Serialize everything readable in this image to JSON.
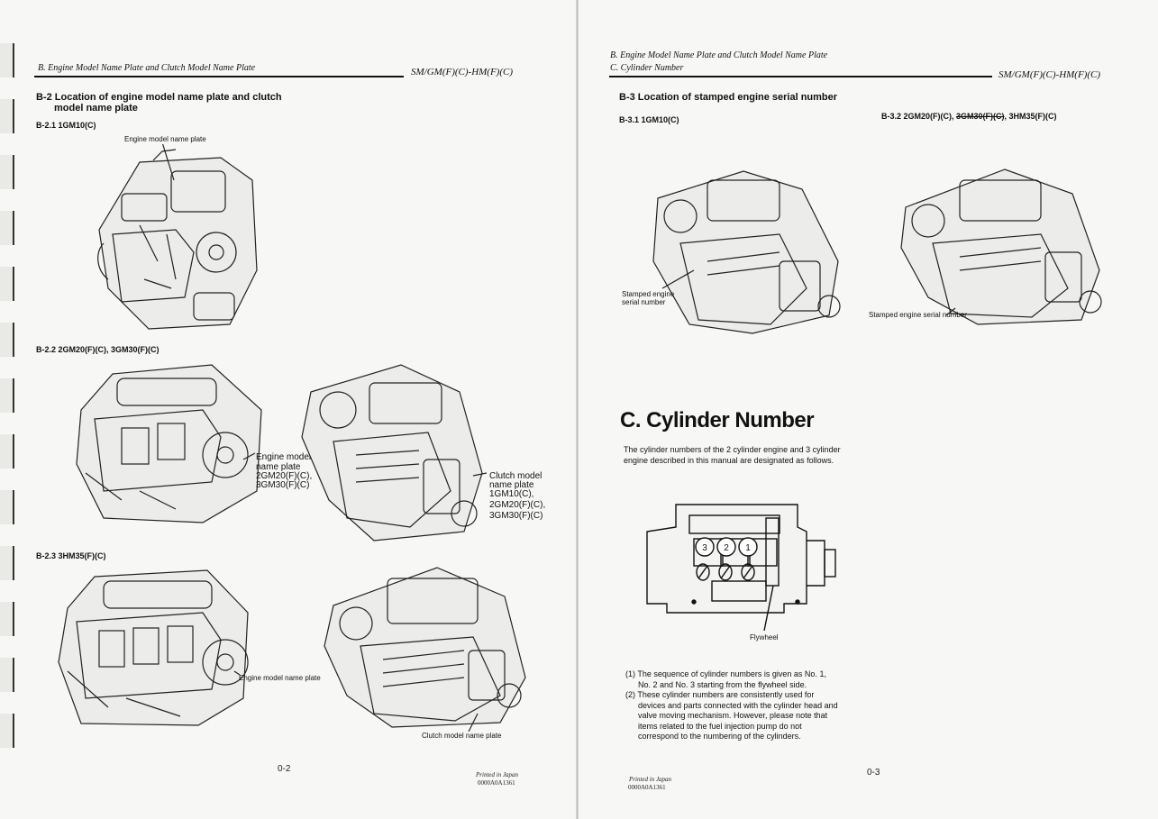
{
  "left": {
    "header": {
      "title": "B. Engine Model Name Plate and Clutch Model Name Plate",
      "code": "SM/GM(F)(C)-HM(F)(C)"
    },
    "section": {
      "line1": "B-2 Location of engine model name plate and clutch",
      "line2": "model name plate"
    },
    "b21": {
      "title": "B-2.1 1GM10(C)",
      "label": "Engine model name plate"
    },
    "b22": {
      "title": "B-2.2 2GM20(F)(C), 3GM30(F)(C)",
      "engine_label_1": "Engine model",
      "engine_label_2": "name plate",
      "engine_label_3": "2GM20(F)(C),",
      "engine_label_4": "3GM30(F)(C)",
      "clutch_label_1": "Clutch model",
      "clutch_label_2": "name plate",
      "clutch_label_3": "1GM10(C),",
      "clutch_label_4": "2GM20(F)(C),",
      "clutch_label_5": "3GM30(F)(C)"
    },
    "b23": {
      "title": "B-2.3 3HM35(F)(C)",
      "engine_label": "Engine model name plate",
      "clutch_label": "Clutch model name plate"
    },
    "page_number": "0-2",
    "printed_1": "Printed in Japan",
    "printed_2": "0000A0A1361"
  },
  "right": {
    "header": {
      "title_1": "B. Engine Model Name Plate and Clutch Model Name Plate",
      "title_2": "C. Cylinder Number",
      "code": "SM/GM(F)(C)-HM(F)(C)"
    },
    "section": "B-3 Location of stamped engine serial number",
    "b31": {
      "title": "B-3.1 1GM10(C)",
      "label_1": "Stamped engine",
      "label_2": "serial number"
    },
    "b32": {
      "title_a": "B-3.2 2GM20(F)(C), ",
      "title_struck": "3GM30(F)(C)",
      "title_b": ", 3HM35(F)(C)",
      "label": "Stamped engine serial number"
    },
    "c": {
      "title": "C. Cylinder Number",
      "intro_1": "The cylinder numbers of the 2 cylinder engine and 3 cylinder",
      "intro_2": "engine described in this manual are designated as follows.",
      "cyl_numbers": [
        "3",
        "2",
        "1"
      ],
      "flywheel_label": "Flywheel",
      "item1_1": "(1) The sequence of cylinder numbers is given as No. 1,",
      "item1_2": "No. 2 and No. 3 starting from the flywheel side.",
      "item2_1": "(2) These cylinder numbers are consistently used for",
      "item2_2": "devices and parts connected with the cylinder head and",
      "item2_3": "valve moving mechanism. However, please note that",
      "item2_4": "items related to the fuel injection pump do not",
      "item2_5": "correspond to the numbering of the cylinders."
    },
    "page_number": "0-3",
    "printed_1": "Printed in Japan",
    "printed_2": "0000A0A1361"
  }
}
